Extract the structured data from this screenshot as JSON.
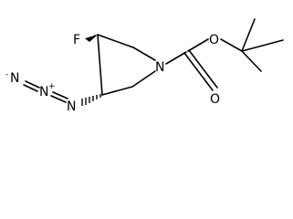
{
  "molecule": {
    "atoms": {
      "fluorine": "F",
      "nitrogen_ring": "N",
      "oxygen_carbonyl": "O",
      "oxygen_ester": "O",
      "azide_n_terminal": "N",
      "azide_n_central": "N",
      "azide_n_internal": "N",
      "charge_plus": "+",
      "charge_minus": "-"
    }
  },
  "colors": {
    "ink": "#000000",
    "background": "#ffffff"
  }
}
